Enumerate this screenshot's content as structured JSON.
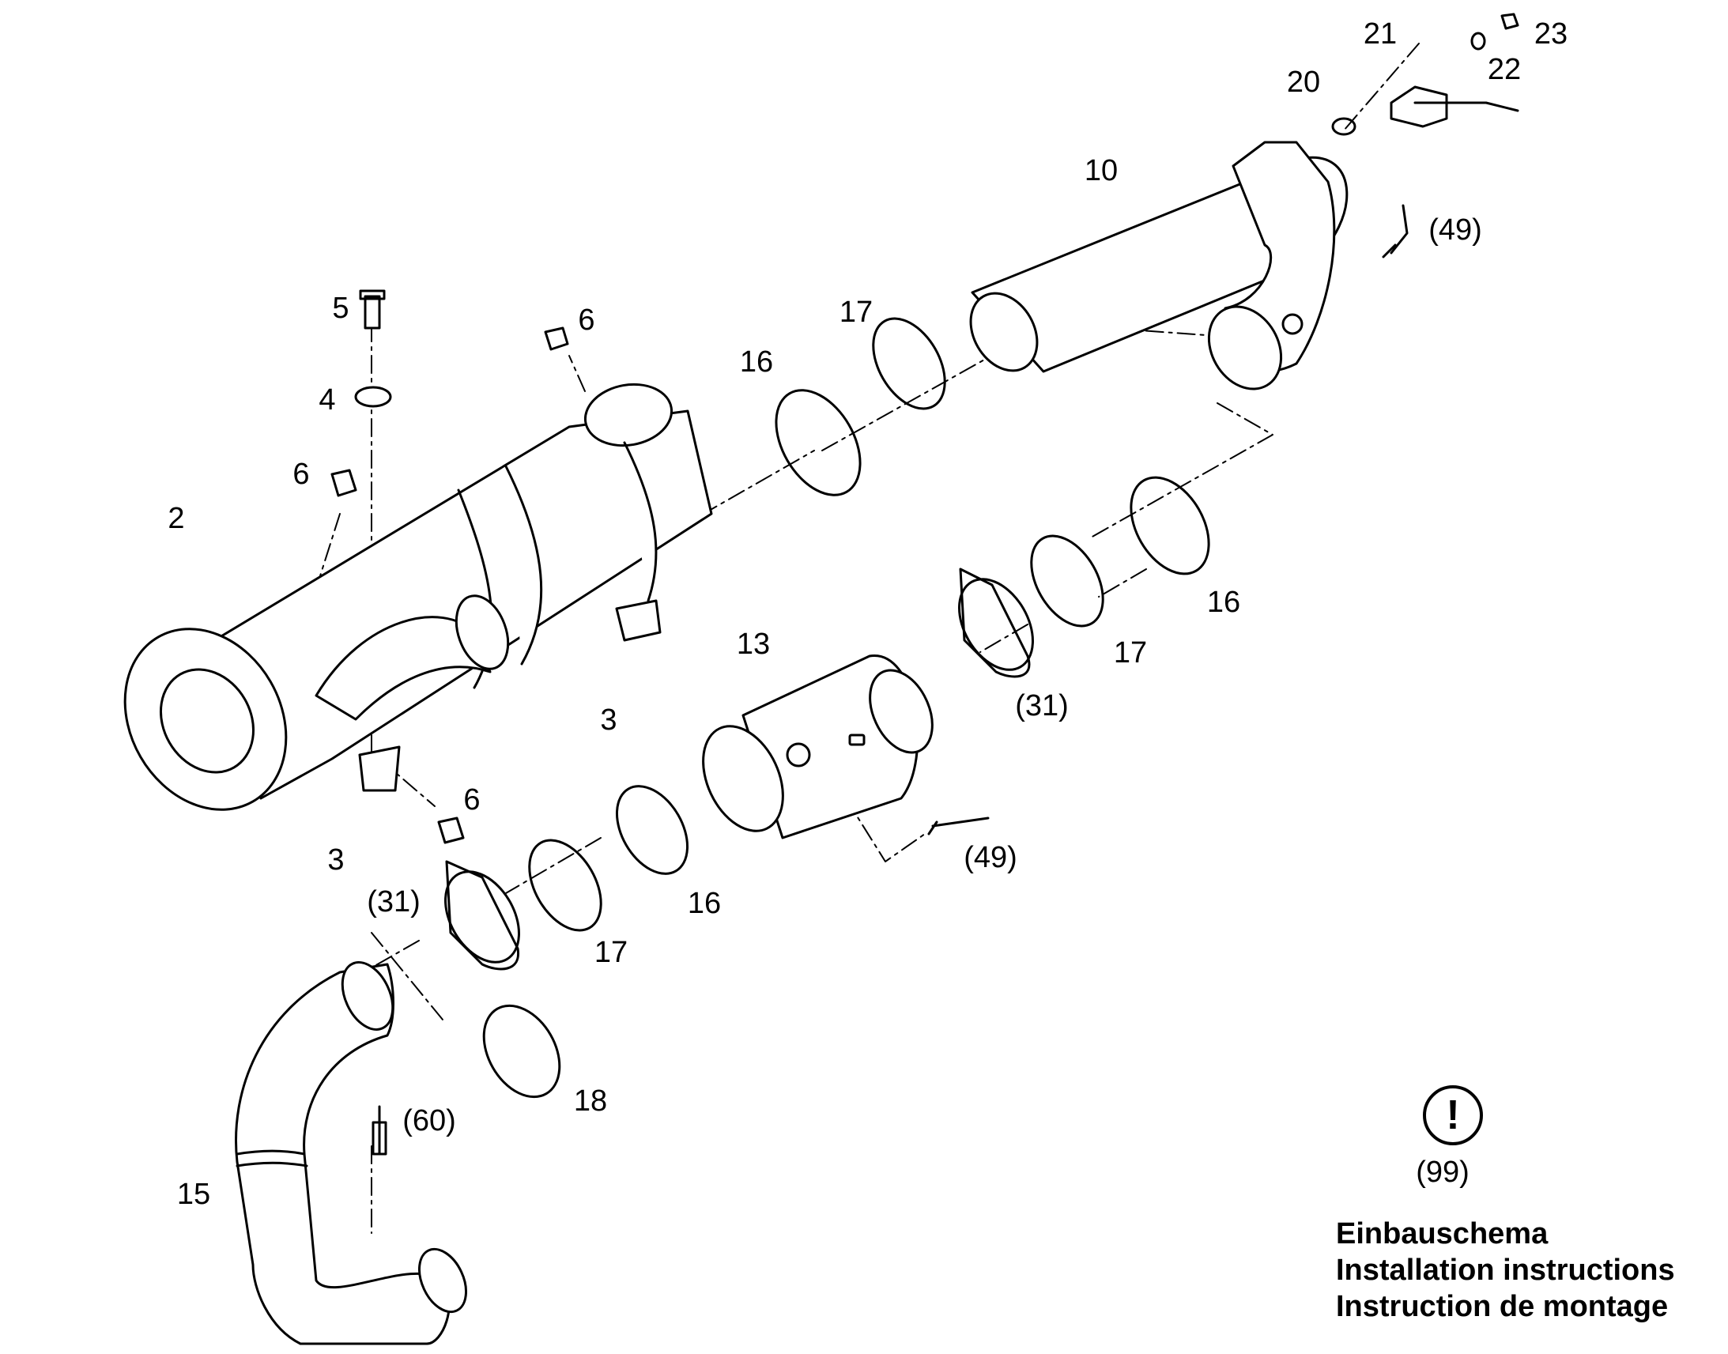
{
  "callouts": {
    "c2": "2",
    "c3a": "3",
    "c3b": "3",
    "c4": "4",
    "c5": "5",
    "c6a": "6",
    "c6b": "6",
    "c6c": "6",
    "c10": "10",
    "c13": "13",
    "c15": "15",
    "c16a": "16",
    "c16b": "16",
    "c16c": "16",
    "c17a": "17",
    "c17b": "17",
    "c17c": "17",
    "c18": "18",
    "c20": "20",
    "c21": "21",
    "c22": "22",
    "c23": "23",
    "c31a": "(31)",
    "c31b": "(31)",
    "c49a": "(49)",
    "c49b": "(49)",
    "c60": "(60)",
    "c99": "(99)"
  },
  "notice_icon": "!",
  "note": {
    "line1": "Einbauschema",
    "line2": "Installation instructions",
    "line3": "Instruction de montage"
  }
}
